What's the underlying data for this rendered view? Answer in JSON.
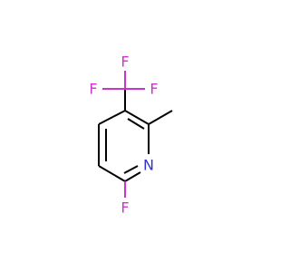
{
  "molecule": {
    "atoms": {
      "f_top": "F",
      "f_left": "F",
      "f_right": "F",
      "nitrogen": "N",
      "f_bottom": "F"
    },
    "colors": {
      "fluorine": "#cc33cc",
      "nitrogen": "#3333cc",
      "bond": "#000000",
      "background": "#ffffff"
    }
  }
}
